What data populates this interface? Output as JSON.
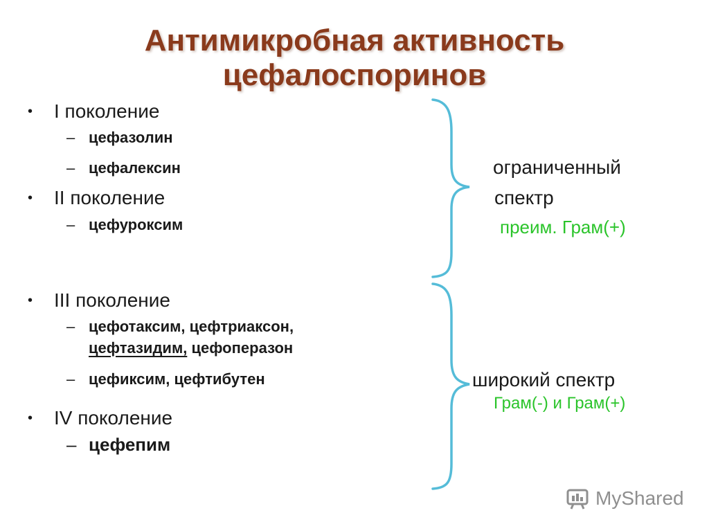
{
  "title": {
    "line1": "Антимикробная активность",
    "line2": "цефалоспоринов"
  },
  "bullet_char": "•",
  "dash_char": "–",
  "generations": [
    {
      "label": "I поколение",
      "drugs": [
        "цефазолин",
        "цефалексин"
      ]
    },
    {
      "label": "II поколение",
      "drugs": [
        "цефуроксим"
      ]
    },
    {
      "label": "III поколение",
      "drugs_line1": "цефотаксим, цефтриаксон,",
      "drugs_line2_underlined": "цефтазидим,",
      "drugs_line2_rest": " цефоперазон",
      "drugs_line3": "цефиксим, цефтибутен"
    },
    {
      "label": "IV поколение",
      "drugs": [
        "цефепим"
      ]
    }
  ],
  "notes": {
    "limited_line1": "ограниченный",
    "limited_line2": "спектр",
    "limited_green": "преим. Грам(+)",
    "broad_line1": "широкий спектр",
    "broad_green": "Грам(-) и Грам(+)"
  },
  "colors": {
    "title": "#8a3a1c",
    "green": "#2bc42b",
    "brace": "#55bcd8"
  },
  "logo": {
    "text": "MyShared",
    "icon": "myshared-logo-icon"
  }
}
